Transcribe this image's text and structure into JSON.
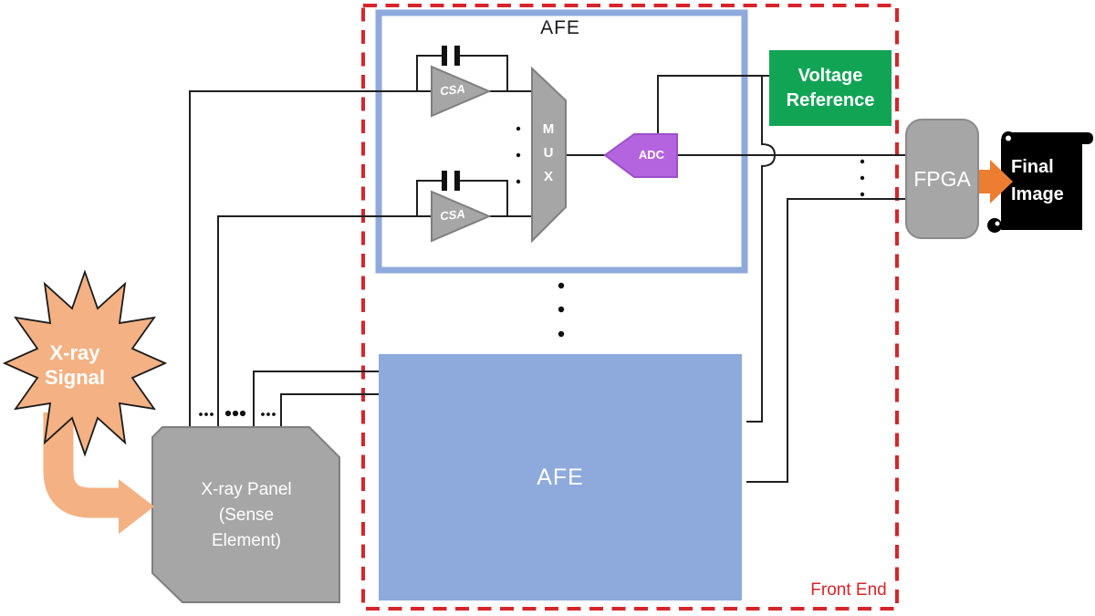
{
  "front_end": {
    "label": "Front End"
  },
  "afe_detail": {
    "title": "AFE",
    "csa_top": "CSA",
    "csa_bottom": "CSA",
    "mux": "M\nU\nX",
    "adc": "ADC"
  },
  "voltage_reference": {
    "label": "Voltage\nReference"
  },
  "fpga": {
    "label": "FPGA"
  },
  "final_image": {
    "label": "Final\nImage"
  },
  "xray_signal": {
    "label": "X-ray\nSignal"
  },
  "xray_panel": {
    "label": "X-ray Panel\n(Sense\nElement)"
  },
  "afe_block": {
    "label": "AFE"
  },
  "colors": {
    "front_end_red": "#D6252B",
    "afe_blue": "#8EA9DB",
    "block_gray": "#A6A6A6",
    "adc_purple": "#B564E0",
    "reference_green": "#12A455",
    "signal_orange_light": "#F4B183",
    "arrow_orange": "#ED7D31",
    "wire_black": "#1F1F1F",
    "scroll_black": "#000000"
  }
}
